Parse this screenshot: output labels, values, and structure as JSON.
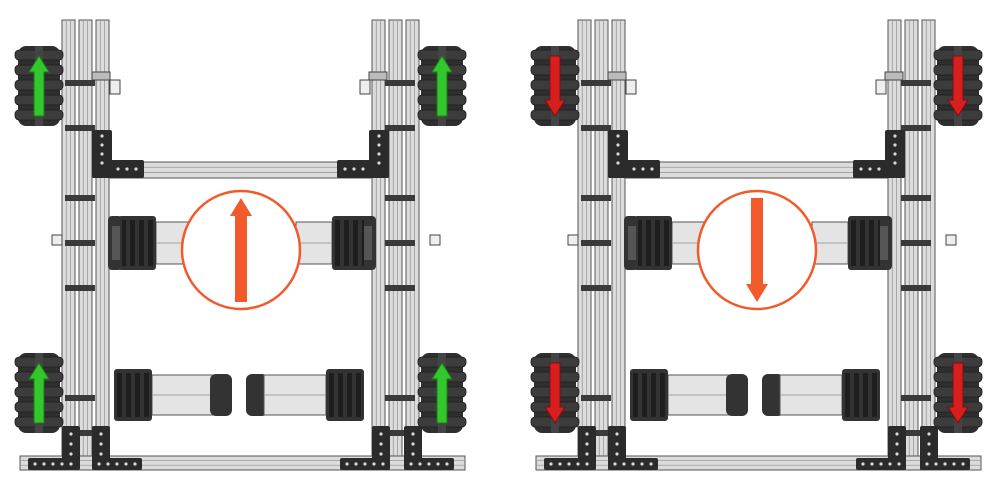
{
  "panels": [
    {
      "id": "forward",
      "wheel_arrow_direction": "up",
      "wheel_arrow_color": "#33c72e",
      "wheel_arrow_outline": "#1f7a1b",
      "center_arrow_direction": "up",
      "wheels": [
        "front-left",
        "front-right",
        "rear-left",
        "rear-right"
      ]
    },
    {
      "id": "reverse",
      "wheel_arrow_direction": "down",
      "wheel_arrow_color": "#d81f1f",
      "wheel_arrow_outline": "#7a0f0f",
      "center_arrow_direction": "down",
      "wheels": [
        "front-left",
        "front-right",
        "rear-left",
        "rear-right"
      ]
    }
  ],
  "colors": {
    "center_arrow": "#f25a2b",
    "center_circle_stroke": "#f25a2b",
    "rail_fill": "#dcdcdc",
    "rail_stroke": "#555555",
    "bracket": "#2b2b2b",
    "motor_body": "#e4e4e4",
    "gearbox": "#333333",
    "wheel": "#2f2f2f"
  },
  "icons": {
    "wheel": "mecanum-wheel-icon",
    "motor": "drive-motor-icon",
    "direction": "direction-arrow-icon"
  }
}
